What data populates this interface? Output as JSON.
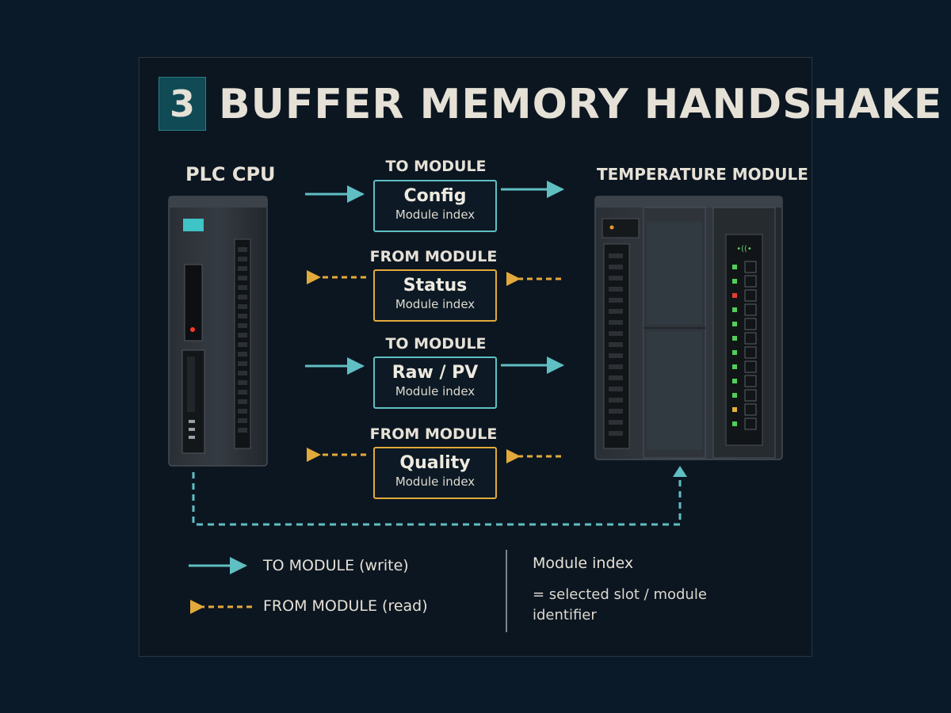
{
  "header": {
    "number": "3",
    "title": "BUFFER MEMORY HANDSHAKE"
  },
  "devices": {
    "cpu_label": "PLC CPU",
    "module_label": "TEMPERATURE MODULE"
  },
  "exchanges": [
    {
      "direction": "TO MODULE",
      "name": "Config",
      "detail": "Module index"
    },
    {
      "direction": "FROM MODULE",
      "name": "Status",
      "detail": "Module index"
    },
    {
      "direction": "TO MODULE",
      "name": "Raw / PV",
      "detail": "Module index"
    },
    {
      "direction": "FROM MODULE",
      "name": "Quality",
      "detail": "Module index"
    }
  ],
  "legend": {
    "write_label": "TO MODULE (write)",
    "read_label": "FROM MODULE (read)",
    "index_title": "Module index",
    "index_desc": "= selected slot / module identifier"
  },
  "colors": {
    "write": "#5fbfc2",
    "read": "#e3a93a",
    "background": "#0b1a28",
    "panel": "#0c1621"
  }
}
